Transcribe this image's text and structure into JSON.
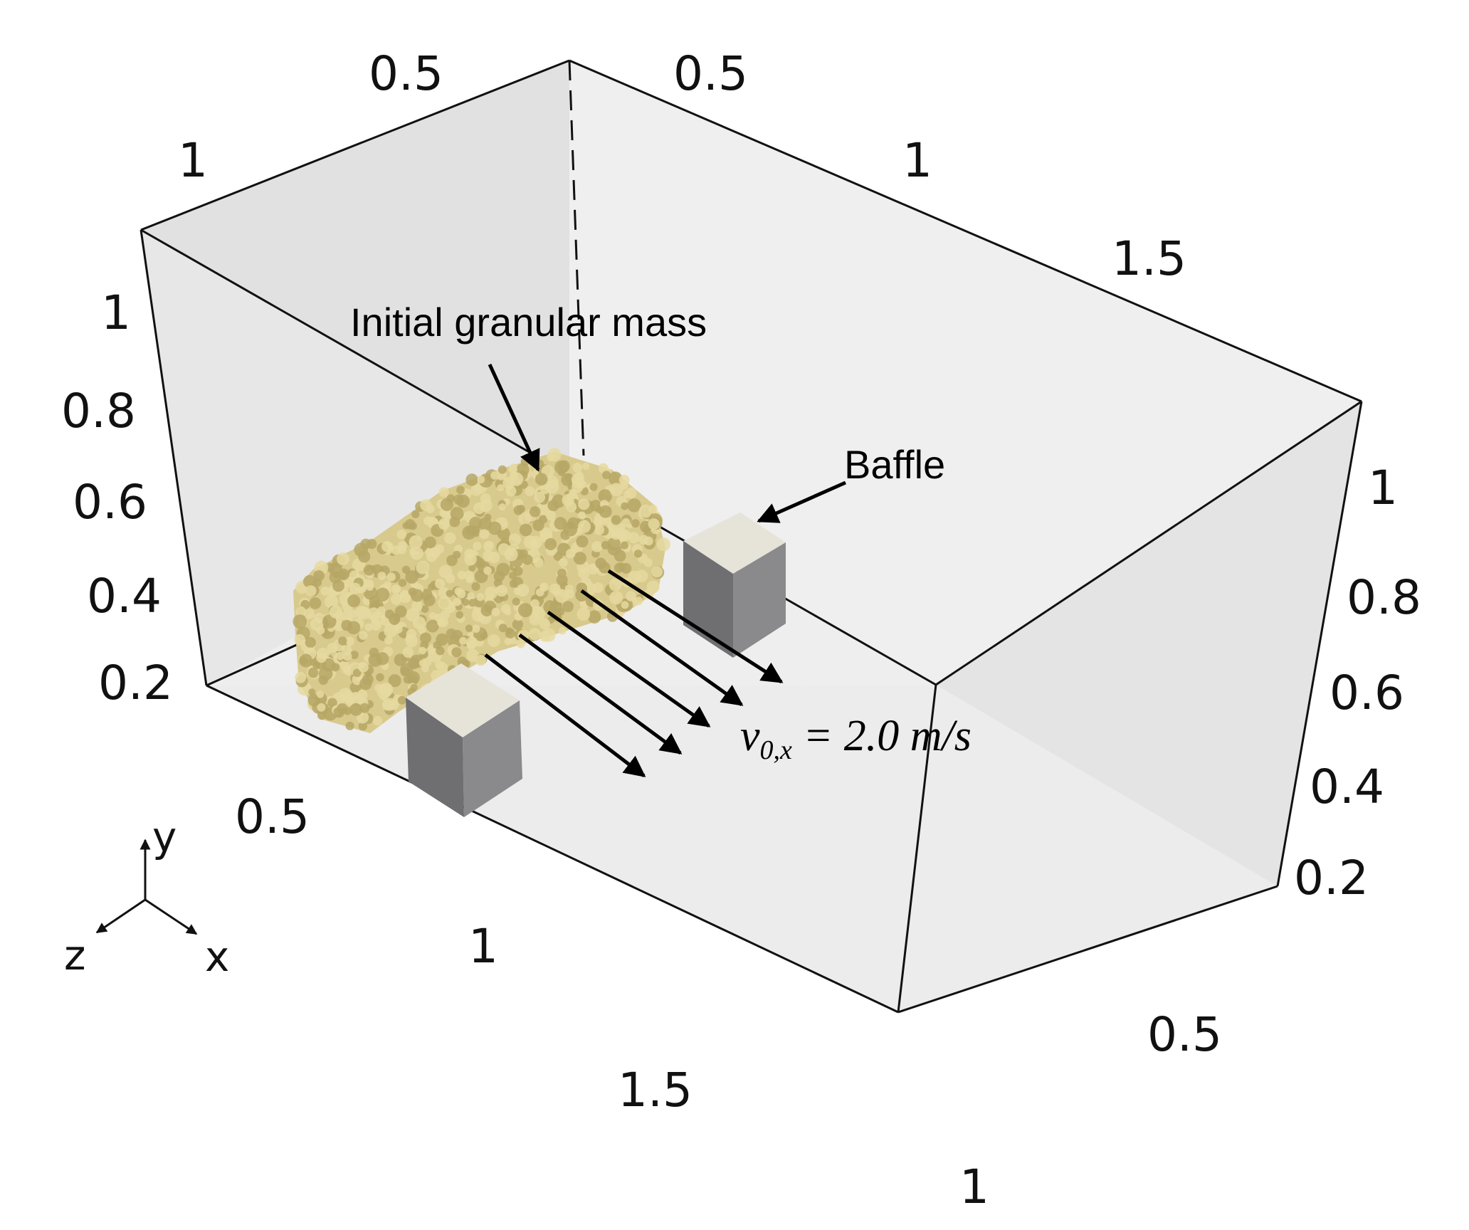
{
  "diagram": {
    "annotations": {
      "granular_mass": "Initial granular mass",
      "baffle": "Baffle",
      "velocity": {
        "symbol": "v",
        "subscript": "0,x",
        "rest": " = 2.0 m/s"
      }
    },
    "axis_ticks": {
      "top_left_edge": [
        "0.5",
        "1"
      ],
      "top_right_edge": [
        "0.5",
        "1",
        "1.5"
      ],
      "left_vertical": [
        "1",
        "0.8",
        "0.6",
        "0.4",
        "0.2"
      ],
      "right_vertical": [
        "1",
        "0.8",
        "0.6",
        "0.4",
        "0.2"
      ],
      "bottom_front_edge": [
        "0.5",
        "1",
        "1.5"
      ],
      "bottom_right_edge": [
        "0.5",
        "1"
      ]
    },
    "orientation_axes": {
      "x": "x",
      "y": "y",
      "z": "z"
    },
    "colors": {
      "box_face": "#ececec",
      "left_wall": "#e2e2e2",
      "right_wall": "#e4e4e4",
      "granular": "#d8c98c",
      "granular_dark": "#b6a766",
      "baffle_top": "#e6e3d9",
      "baffle_side": "#6f6f72",
      "baffle_front": "#8a8a8c",
      "edge": "#111111"
    }
  }
}
